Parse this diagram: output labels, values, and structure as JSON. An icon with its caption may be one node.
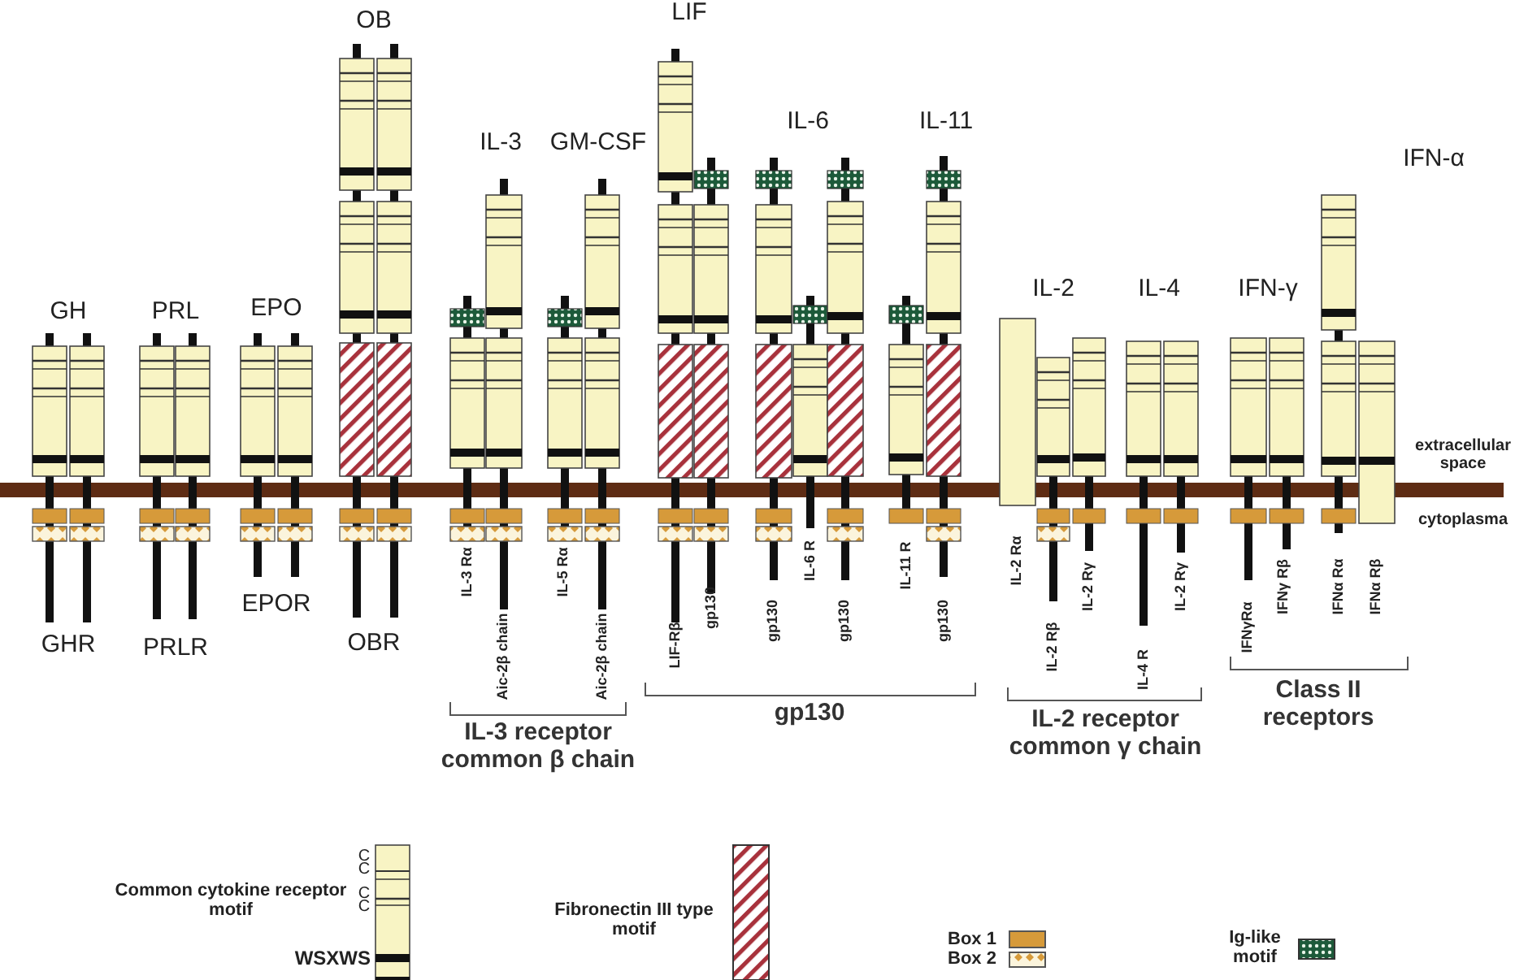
{
  "diagram": {
    "labels": [
      "OB",
      "LIF",
      "IL-6",
      "IL-11",
      "IL-3",
      "GM-CSF",
      "IFN-α",
      "GH",
      "PRL",
      "EPO",
      "IL-2",
      "IL-4",
      "IFN-γ",
      "extracellular space",
      "cytoplasma",
      "GHR",
      "PRLR",
      "EPOR",
      "OBR",
      "IL-3 Rα",
      "Aic-2β chain",
      "IL-5 Rα",
      "Aic-2β chain",
      "LIF-Rβ",
      "gp130",
      "gp130",
      "IL-6 R",
      "gp130",
      "IL-11 R",
      "gp130",
      "IL-2 Rα",
      "IL-2 Rβ",
      "IL-2 Rγ",
      "IL-4 R",
      "IL-2 Rγ",
      "IFNγRα",
      "IFNγ Rβ",
      "IFNα Rα",
      "IFNα Rβ",
      "IL-3 receptor common β chain",
      "gp130",
      "IL-2 receptor common γ chain",
      "Class II receptors",
      "C",
      "C",
      "C",
      "C",
      "WSXWS"
    ],
    "legend": [
      {
        "text": "Common cytokine receptor motif"
      },
      {
        "text": "Fibronectin III type motif"
      },
      {
        "text": "Box 1",
        "color": "#d69a3a"
      },
      {
        "text": "Box 2"
      },
      {
        "text": "Ig-like motif"
      }
    ]
  }
}
